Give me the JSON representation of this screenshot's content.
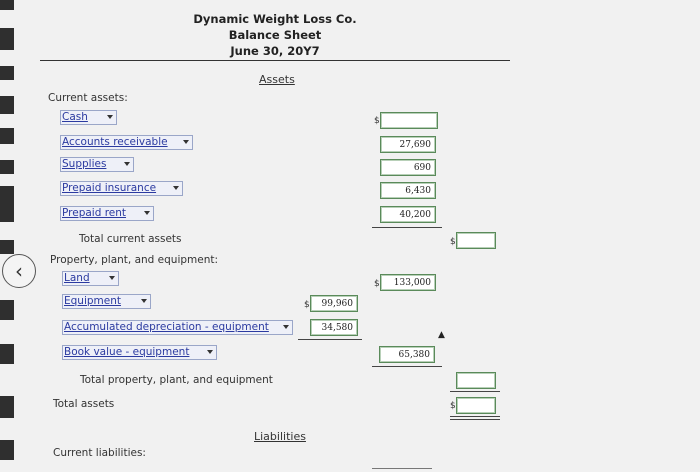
{
  "header": {
    "company": "Dynamic Weight Loss Co.",
    "statement": "Balance Sheet",
    "date": "June 30, 20Y7"
  },
  "sections": {
    "assets": "Assets",
    "liabilities": "Liabilities"
  },
  "current_assets": {
    "heading": "Current assets:",
    "items": [
      {
        "label": "Cash",
        "value": ""
      },
      {
        "label": "Accounts receivable",
        "value": "27,690"
      },
      {
        "label": "Supplies",
        "value": "690"
      },
      {
        "label": "Prepaid insurance",
        "value": "6,430"
      },
      {
        "label": "Prepaid rent",
        "value": "40,200"
      }
    ],
    "total_label": "Total current assets",
    "total_value": ""
  },
  "ppe": {
    "heading": "Property, plant, and equipment:",
    "land": {
      "label": "Land",
      "value": "133,000"
    },
    "equipment": {
      "label": "Equipment",
      "value": "99,960"
    },
    "accum_dep": {
      "label": "Accumulated depreciation - equipment",
      "value": "34,580"
    },
    "book_value": {
      "label": "Book value - equipment",
      "value": "65,380"
    },
    "total_label": "Total property, plant, and equipment",
    "total_value": ""
  },
  "total_assets": {
    "label": "Total assets",
    "value": ""
  },
  "current_liabilities": {
    "heading": "Current liabilities:"
  },
  "symbols": {
    "dollar": "$",
    "back": "‹"
  }
}
